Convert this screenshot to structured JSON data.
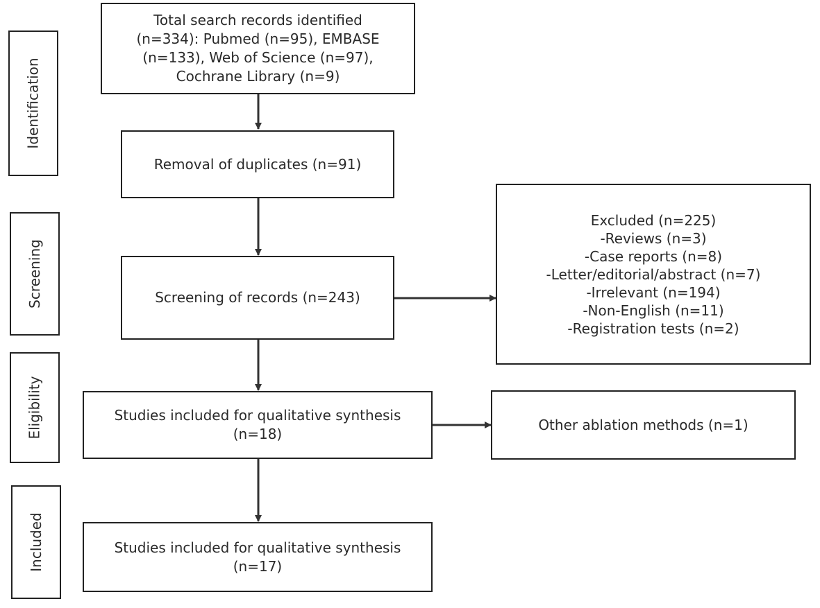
{
  "stages": [
    {
      "label": "Identification"
    },
    {
      "label": "Screening"
    },
    {
      "label": "Eligibility"
    },
    {
      "label": "Included"
    }
  ],
  "boxes": {
    "total_records": {
      "lines": [
        "Total search records identified",
        "(n=334): Pubmed (n=95), EMBASE",
        "(n=133), Web of Science (n=97),",
        "Cochrane Library (n=9)"
      ]
    },
    "duplicates": {
      "lines": [
        "Removal of duplicates (n=91)"
      ]
    },
    "screening": {
      "lines": [
        "Screening of records (n=243)"
      ]
    },
    "excluded": {
      "lines": [
        "Excluded (n=225)",
        "-Reviews (n=3)",
        "-Case reports (n=8)",
        "-Letter/editorial/abstract (n=7)",
        "-Irrelevant (n=194)",
        "-Non-English (n=11)",
        "-Registration tests (n=2)"
      ]
    },
    "eligibility": {
      "lines": [
        "Studies included for qualitative synthesis",
        "(n=18)"
      ]
    },
    "other_ablation": {
      "lines": [
        "Other ablation methods (n=1)"
      ]
    },
    "included": {
      "lines": [
        "Studies included for qualitative synthesis",
        "(n=17)"
      ]
    }
  }
}
